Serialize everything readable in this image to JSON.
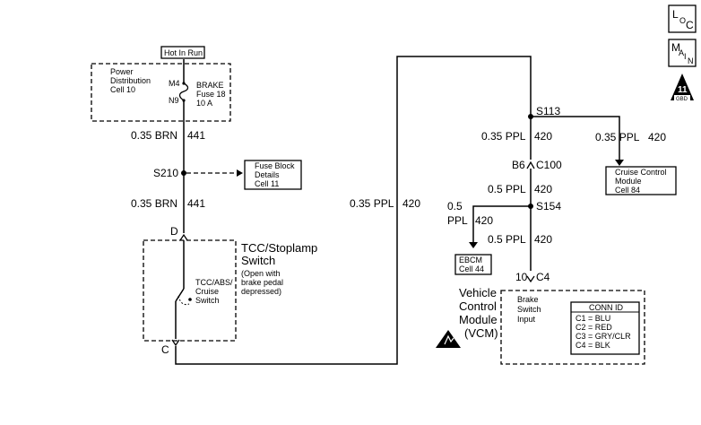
{
  "hot_in_run": "Hot In Run",
  "power_distribution": {
    "line1": "Power",
    "line2": "Distribution",
    "line3": "Cell 10"
  },
  "brake_fuse": {
    "pin_in": "M4",
    "pin_out": "N9",
    "line1": "BRAKE",
    "line2": "Fuse 18",
    "line3": "10 A"
  },
  "wire_brn_top": {
    "gauge": "0.35 BRN",
    "circuit": "441"
  },
  "splice_s210": "S210",
  "fuse_block_details": {
    "line1": "Fuse Block",
    "line2": "Details",
    "line3": "Cell 11"
  },
  "wire_brn_bottom": {
    "gauge": "0.35 BRN",
    "circuit": "441"
  },
  "tcc_switch": {
    "pin_d": "D",
    "pin_c": "C",
    "title1": "TCC/Stoplamp",
    "title2": "Switch",
    "note1": "(Open with",
    "note2": "brake pedal",
    "note3": "depressed)",
    "inner1": "TCC/ABS/",
    "inner2": "Cruise",
    "inner3": "Switch"
  },
  "wire_ppl_long": {
    "gauge": "0.35 PPL",
    "circuit": "420"
  },
  "splice_s113": "S113",
  "wire_ppl_s113_down": {
    "gauge": "0.35 PPL",
    "circuit": "420"
  },
  "wire_ppl_cruise": {
    "gauge": "0.35 PPL",
    "circuit": "420"
  },
  "cruise_control_module": {
    "line1": "Cruise Control",
    "line2": "Module",
    "line3": "Cell 84"
  },
  "connector_c100": {
    "pin": "B6",
    "name": "C100"
  },
  "wire_ppl_c100": {
    "gauge": "0.5 PPL",
    "circuit": "420"
  },
  "splice_s154": "S154",
  "wire_ppl_ebcm": {
    "gauge1": "0.5",
    "gauge2": "PPL",
    "circuit": "420"
  },
  "ebcm": {
    "line1": "EBCM",
    "line2": "Cell 44"
  },
  "wire_ppl_vcm": {
    "gauge": "0.5 PPL",
    "circuit": "420"
  },
  "vcm_connector": {
    "pin": "10",
    "name": "C4"
  },
  "vcm": {
    "line1": "Vehicle",
    "line2": "Control",
    "line3": "Module",
    "line4": "(VCM)"
  },
  "brake_switch_input": {
    "line1": "Brake",
    "line2": "Switch",
    "line3": "Input"
  },
  "conn_id": {
    "header": "CONN ID",
    "rows": [
      "C1 = BLU",
      "C2 = RED",
      "C3 = GRY/CLR",
      "C4 = BLK"
    ]
  },
  "side_icons": {
    "loc": [
      "L",
      "O",
      "C"
    ],
    "main": [
      "M",
      "A",
      "I",
      "N"
    ],
    "gbd_num": "11",
    "gbd_label": "GBD"
  }
}
